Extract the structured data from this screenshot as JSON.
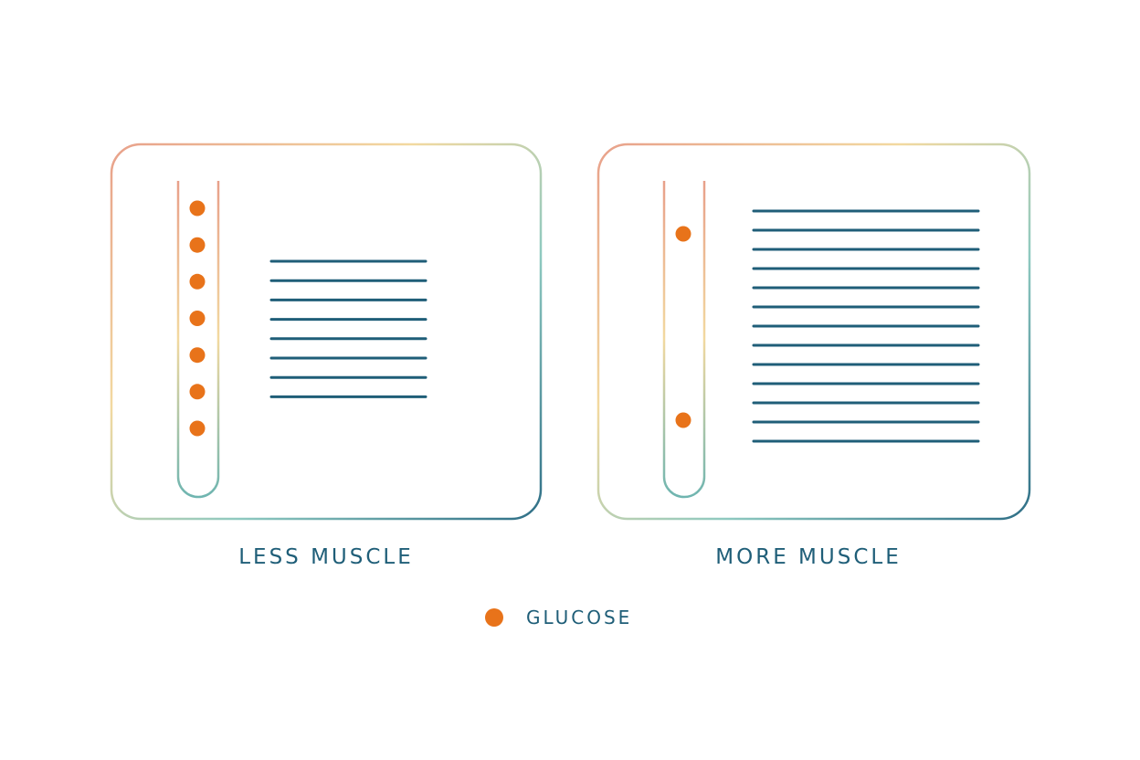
{
  "panels": [
    {
      "label": "LESS MUSCLE",
      "glucose_in_vessel": 7,
      "muscle_fibers": 8
    },
    {
      "label": "MORE MUSCLE",
      "glucose_in_vessel": 2,
      "muscle_fibers": 13
    }
  ],
  "legend": {
    "label": "GLUCOSE",
    "icon": "glucose-dot"
  },
  "colors": {
    "glucose": "#e8731a",
    "muscle_fiber": "#1f5e78",
    "frame_warm": "#e8a08a",
    "frame_mid": "#f2d9a0",
    "frame_cool": "#8ec9c0",
    "frame_deep": "#2e6e86"
  }
}
